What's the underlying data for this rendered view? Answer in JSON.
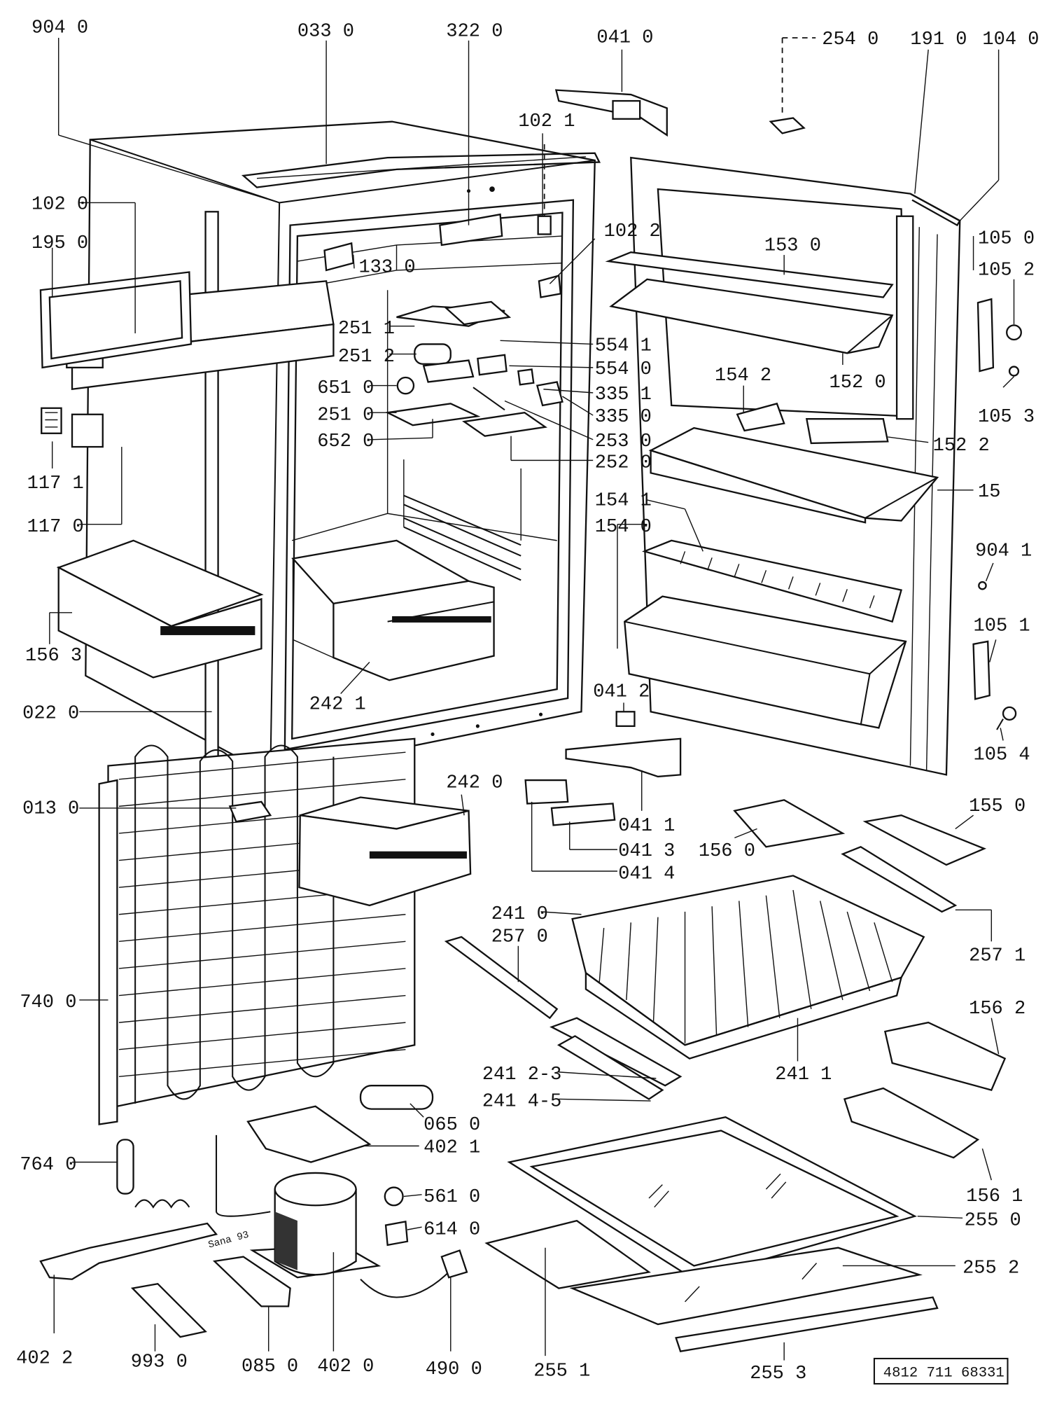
{
  "callouts": {
    "c9040": "904 0",
    "c0330": "033 0",
    "c3220": "322 0",
    "c0410": "041 0",
    "c2540": "254 0",
    "c1910": "191 0",
    "c1040": "104 0",
    "c1021": "102 1",
    "c1020": "102 0",
    "c1022": "102 2",
    "c1950": "195 0",
    "c1050": "105 0",
    "c1530": "153 0",
    "c1052": "105 2",
    "c1330": "133 0",
    "c2511": "251 1",
    "c5541": "554 1",
    "c2512": "251 2",
    "c5540": "554 0",
    "c1520": "152 0",
    "c6510": "651 0",
    "c3351": "335 1",
    "c1542": "154 2",
    "c2510": "251 0",
    "c3350": "335 0",
    "c1053": "105 3",
    "c6520": "652 0",
    "c2530": "253 0",
    "c1522": "152 2",
    "c2520": "252 0",
    "c1171": "117 1",
    "c15": "15",
    "c1541": "154 1",
    "c1540": "154 0",
    "c1170": "117 0",
    "c9041": "904 1",
    "c1051": "105 1",
    "c1563": "156 3",
    "c2421": "242 1",
    "c0412": "041 2",
    "c0220": "022 0",
    "c1054": "105 4",
    "c2420": "242 0",
    "c0130": "013 0",
    "c0411": "041 1",
    "c1550": "155 0",
    "c0413": "041 3",
    "c1560": "156 0",
    "c0414": "041 4",
    "c2410": "241 0",
    "c2570": "257 0",
    "c2571": "257 1",
    "c7400": "740 0",
    "c1562": "156 2",
    "c24123": "241 2-3",
    "c2411": "241 1",
    "c24145": "241 4-5",
    "c0650": "065 0",
    "c4021": "402 1",
    "c7640": "764 0",
    "c1561": "156 1",
    "c5610": "561 0",
    "c2550": "255 0",
    "c6140": "614 0",
    "c2552": "255 2",
    "c4022": "402 2",
    "c9930": "993 0",
    "c0850": "085 0",
    "c4020": "402 0",
    "c4900": "490 0",
    "c2551": "255 1",
    "c2553": "255 3"
  },
  "compressor_note": "Sana 93",
  "document_number": "4812 711 68331"
}
